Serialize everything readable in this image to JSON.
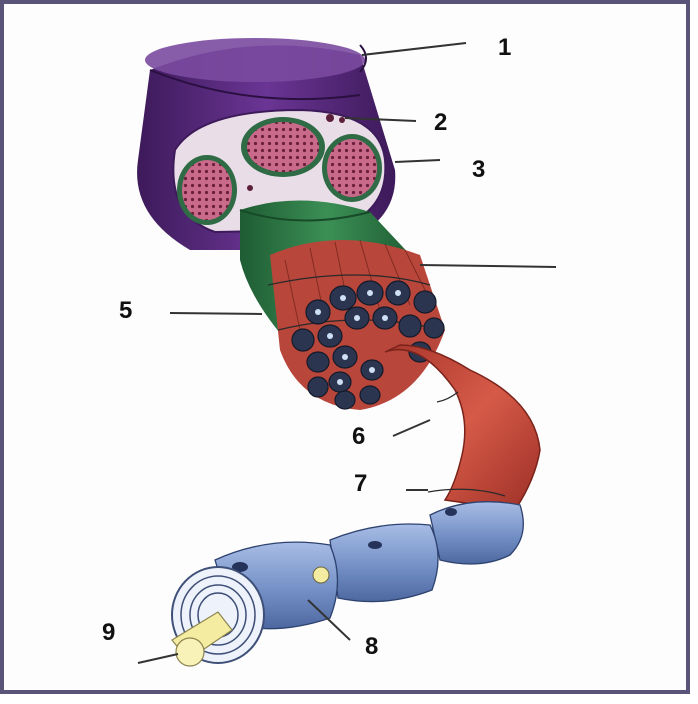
{
  "labels": [
    "1",
    "2",
    "3",
    "5",
    "6",
    "7",
    "8",
    "9"
  ],
  "colors": {
    "epineurium": "#5b2a7c",
    "fascicle_sheath": "#2f7a45",
    "fiber": "#c2473a",
    "myelin": "#7a96c8",
    "axon_core": "#f4eca0",
    "frame": "#5a5578"
  }
}
